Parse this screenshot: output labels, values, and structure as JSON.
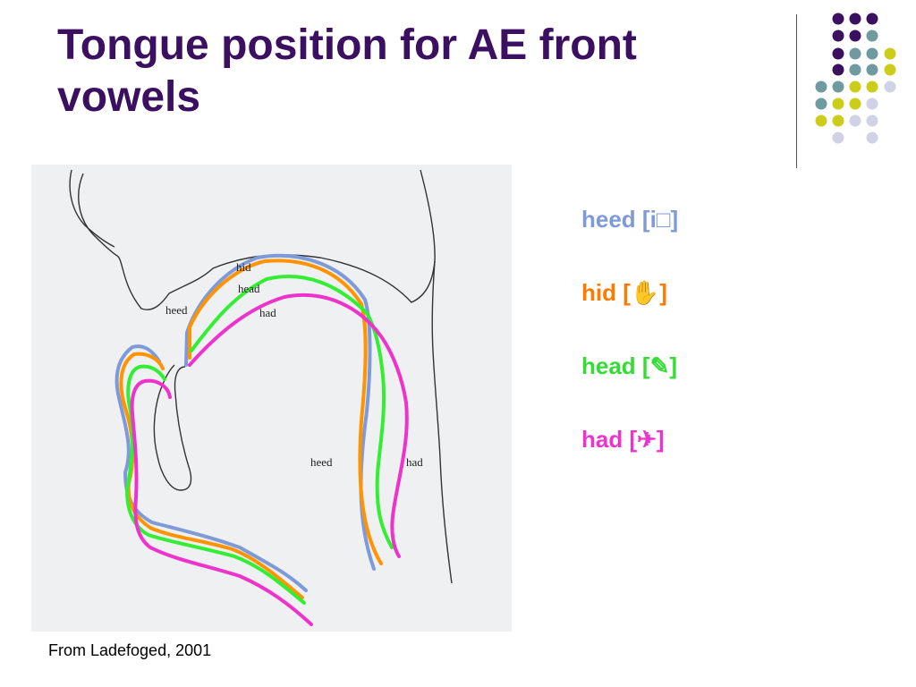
{
  "slide": {
    "title": "Tongue position for AE front vowels",
    "caption": "From Ladefoged, 2001"
  },
  "legend": [
    {
      "label": "heed [i□]",
      "color": "#7e9ad8"
    },
    {
      "label": "hid [✋]",
      "color": "#ff7a00"
    },
    {
      "label": "head [✎]",
      "color": "#33dd33"
    },
    {
      "label": "had [✈]",
      "color": "#ee33cc"
    }
  ],
  "figure_labels": {
    "hid": "hid",
    "head_upper": "head",
    "heed_front": "heed",
    "had_upper": "had",
    "heed_back": "heed",
    "had_back": "had"
  },
  "colors": {
    "title": "#3b1060",
    "dot_purple": "#3b1060",
    "dot_teal": "#6f9aa0",
    "dot_yellow": "#cccc1a",
    "dot_lavender": "#d2d2e6"
  }
}
